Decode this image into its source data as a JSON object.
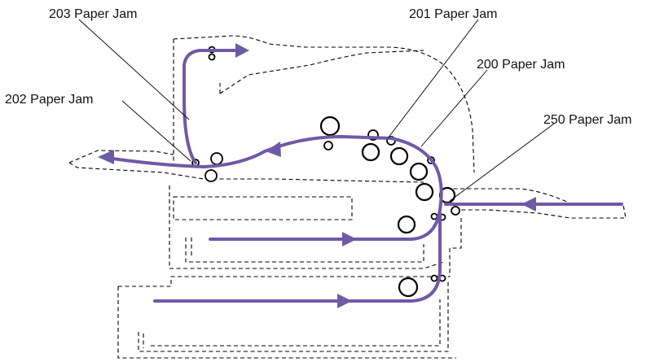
{
  "colors": {
    "paper_path": "#6f5aa6",
    "outline": "#000000"
  },
  "labels": {
    "jam_203": "203 Paper Jam",
    "jam_201": "201 Paper Jam",
    "jam_200": "200 Paper Jam",
    "jam_202": "202 Paper Jam",
    "jam_250": "250 Paper Jam"
  }
}
